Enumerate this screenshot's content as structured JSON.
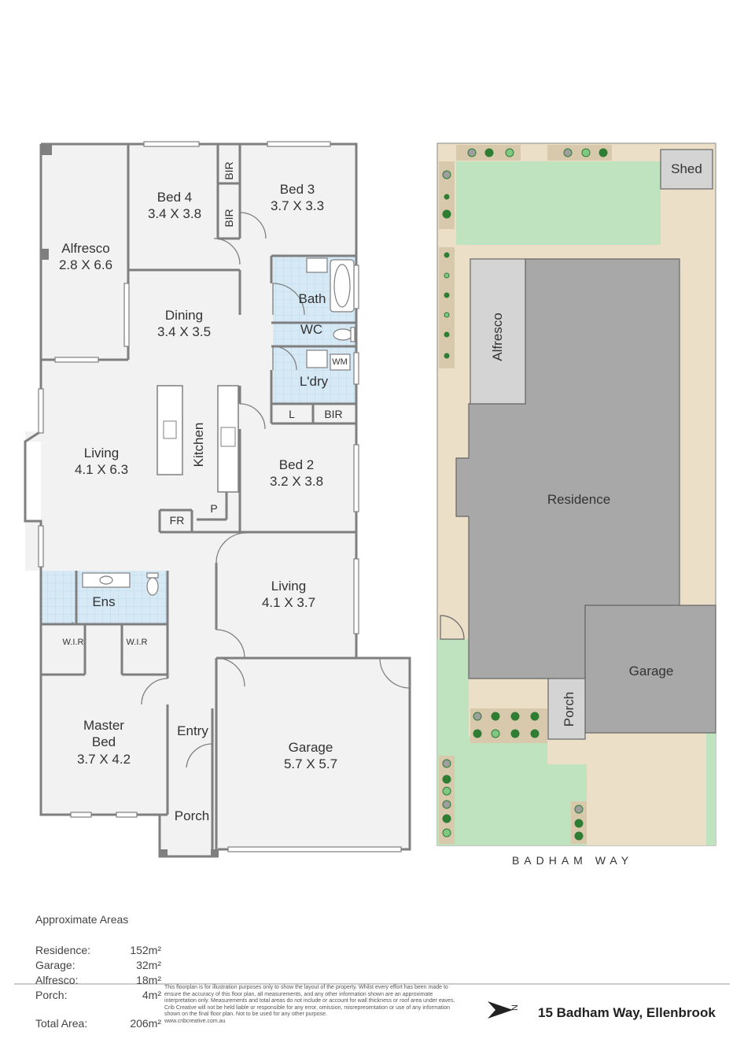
{
  "floorplan": {
    "rooms": [
      {
        "name": "Alfresco",
        "dims": "2.8 X 6.6"
      },
      {
        "name": "Bed 4",
        "dims": "3.4 X 3.8"
      },
      {
        "name": "Bed 3",
        "dims": "3.7 X 3.3"
      },
      {
        "name": "Dining",
        "dims": "3.4 X 3.5"
      },
      {
        "name": "Living",
        "dims": "4.1 X 6.3"
      },
      {
        "name": "Bed 2",
        "dims": "3.2 X 3.8"
      },
      {
        "name": "Living",
        "dims": "4.1 X 3.7"
      },
      {
        "name": "Master",
        "name2": "Bed",
        "dims": "3.7 X 4.2"
      },
      {
        "name": "Garage",
        "dims": "5.7 X 5.7"
      }
    ],
    "labels": {
      "bir": "BIR",
      "bath": "Bath",
      "wc": "WC",
      "laundry": "L'dry",
      "wm": "WM",
      "linen": "L",
      "kitchen": "Kitchen",
      "fridge": "FR",
      "pantry": "P",
      "ensuite": "Ens",
      "wir": "W.I.R",
      "entry": "Entry",
      "porch": "Porch"
    }
  },
  "siteplan": {
    "shed": "Shed",
    "alfresco": "Alfresco",
    "residence": "Residence",
    "garage": "Garage",
    "porch": "Porch",
    "street": "BADHAM WAY"
  },
  "areas": {
    "title": "Approximate Areas",
    "rows": [
      {
        "label": "Residence:",
        "value": "152m²"
      },
      {
        "label": "Garage:",
        "value": "32m²"
      },
      {
        "label": "Alfresco:",
        "value": "18m²"
      },
      {
        "label": "Porch:",
        "value": "4m²"
      }
    ],
    "total_label": "Total Area:",
    "total_value": "206m²"
  },
  "disclaimer": "This floorplan is for illustration purposes only to show the layout of the property. Whilst every effort has been made to ensure the accuracy of this floor plan, all measurements, and any other information shown are an approximate interpretation only. Measurements and total areas do not include or account for wall thickness or roof area under eaves. Crib Creative will not be held liable or responsible for any error, omission, misrepresentation or use of any information shown on the final floor plan. Not to be used for any other purpose.",
  "website": "www.cribcreative.com.au",
  "address": "15 Badham Way, Ellenbrook",
  "compass_letter": "N",
  "colors": {
    "wall": "#7f7f7f",
    "floor": "#f2f2f2",
    "wet_area": "#d6e9f5",
    "lawn": "#bfe3bf",
    "sand": "#ecdfc8",
    "building": "#a8a8a8",
    "outbuilding": "#d4d4d4"
  }
}
